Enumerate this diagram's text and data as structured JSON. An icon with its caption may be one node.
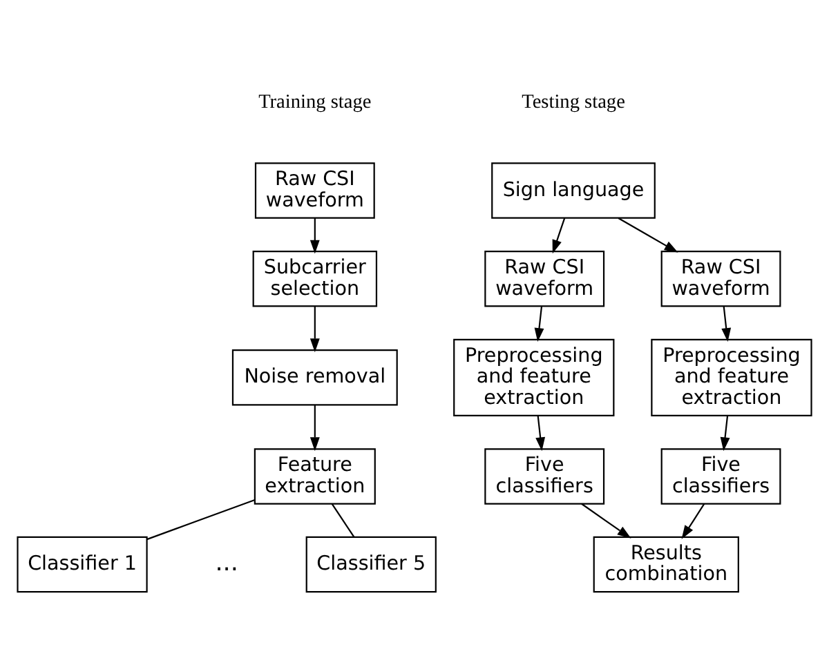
{
  "diagram": {
    "nodes": [
      {
        "text": [
          "Raw CSI waveform"
        ]
      },
      {
        "text": [
          "Subcarrier selection"
        ]
      },
      {
        "text": [
          "Noise removal"
        ]
      },
      {
        "text": [
          "Feature extraction"
        ]
      },
      {
        "text": [
          "Classifier 1"
        ]
      },
      {
        "text": [
          "Classifier 5"
        ]
      },
      {
        "text": [
          "Sign language"
        ]
      },
      {
        "text": [
          "Raw CSI waveform"
        ]
      },
      {
        "text": [
          "Raw CSI waveform"
        ]
      },
      {
        "text": [
          "Preprocessing and feature extraction"
        ]
      },
      {
        "text": [
          "Preprocessing and feature extraction"
        ]
      },
      {
        "text": [
          "Five classifiers"
        ]
      },
      {
        "text": [
          "Five classifiers"
        ]
      },
      {
        "text": [
          "Results combination"
        ]
      }
    ],
    "edges": [
      {
        "from": 0,
        "to": 1,
        "arrow": "to"
      },
      {
        "from": 1,
        "to": 2,
        "arrow": "to"
      },
      {
        "from": 2,
        "to": 3,
        "arrow": "to"
      },
      {
        "from": 3,
        "to": 4,
        "arrow": "none"
      },
      {
        "from": 3,
        "to": 5,
        "arrow": "none"
      },
      {
        "from": 6,
        "to": 7,
        "arrow": "to"
      },
      {
        "from": 6,
        "to": 8,
        "arrow": "to"
      },
      {
        "from": 7,
        "to": 9,
        "arrow": "to"
      },
      {
        "from": 8,
        "to": 10,
        "arrow": "to"
      },
      {
        "from": 9,
        "to": 11,
        "arrow": "to"
      },
      {
        "from": 10,
        "to": 12,
        "arrow": "to"
      },
      {
        "from": 11,
        "to": 13,
        "arrow": "to"
      },
      {
        "from": 12,
        "to": 13,
        "arrow": "to"
      }
    ],
    "labels": [
      "Training stage",
      "Testing stage",
      "..."
    ]
  }
}
